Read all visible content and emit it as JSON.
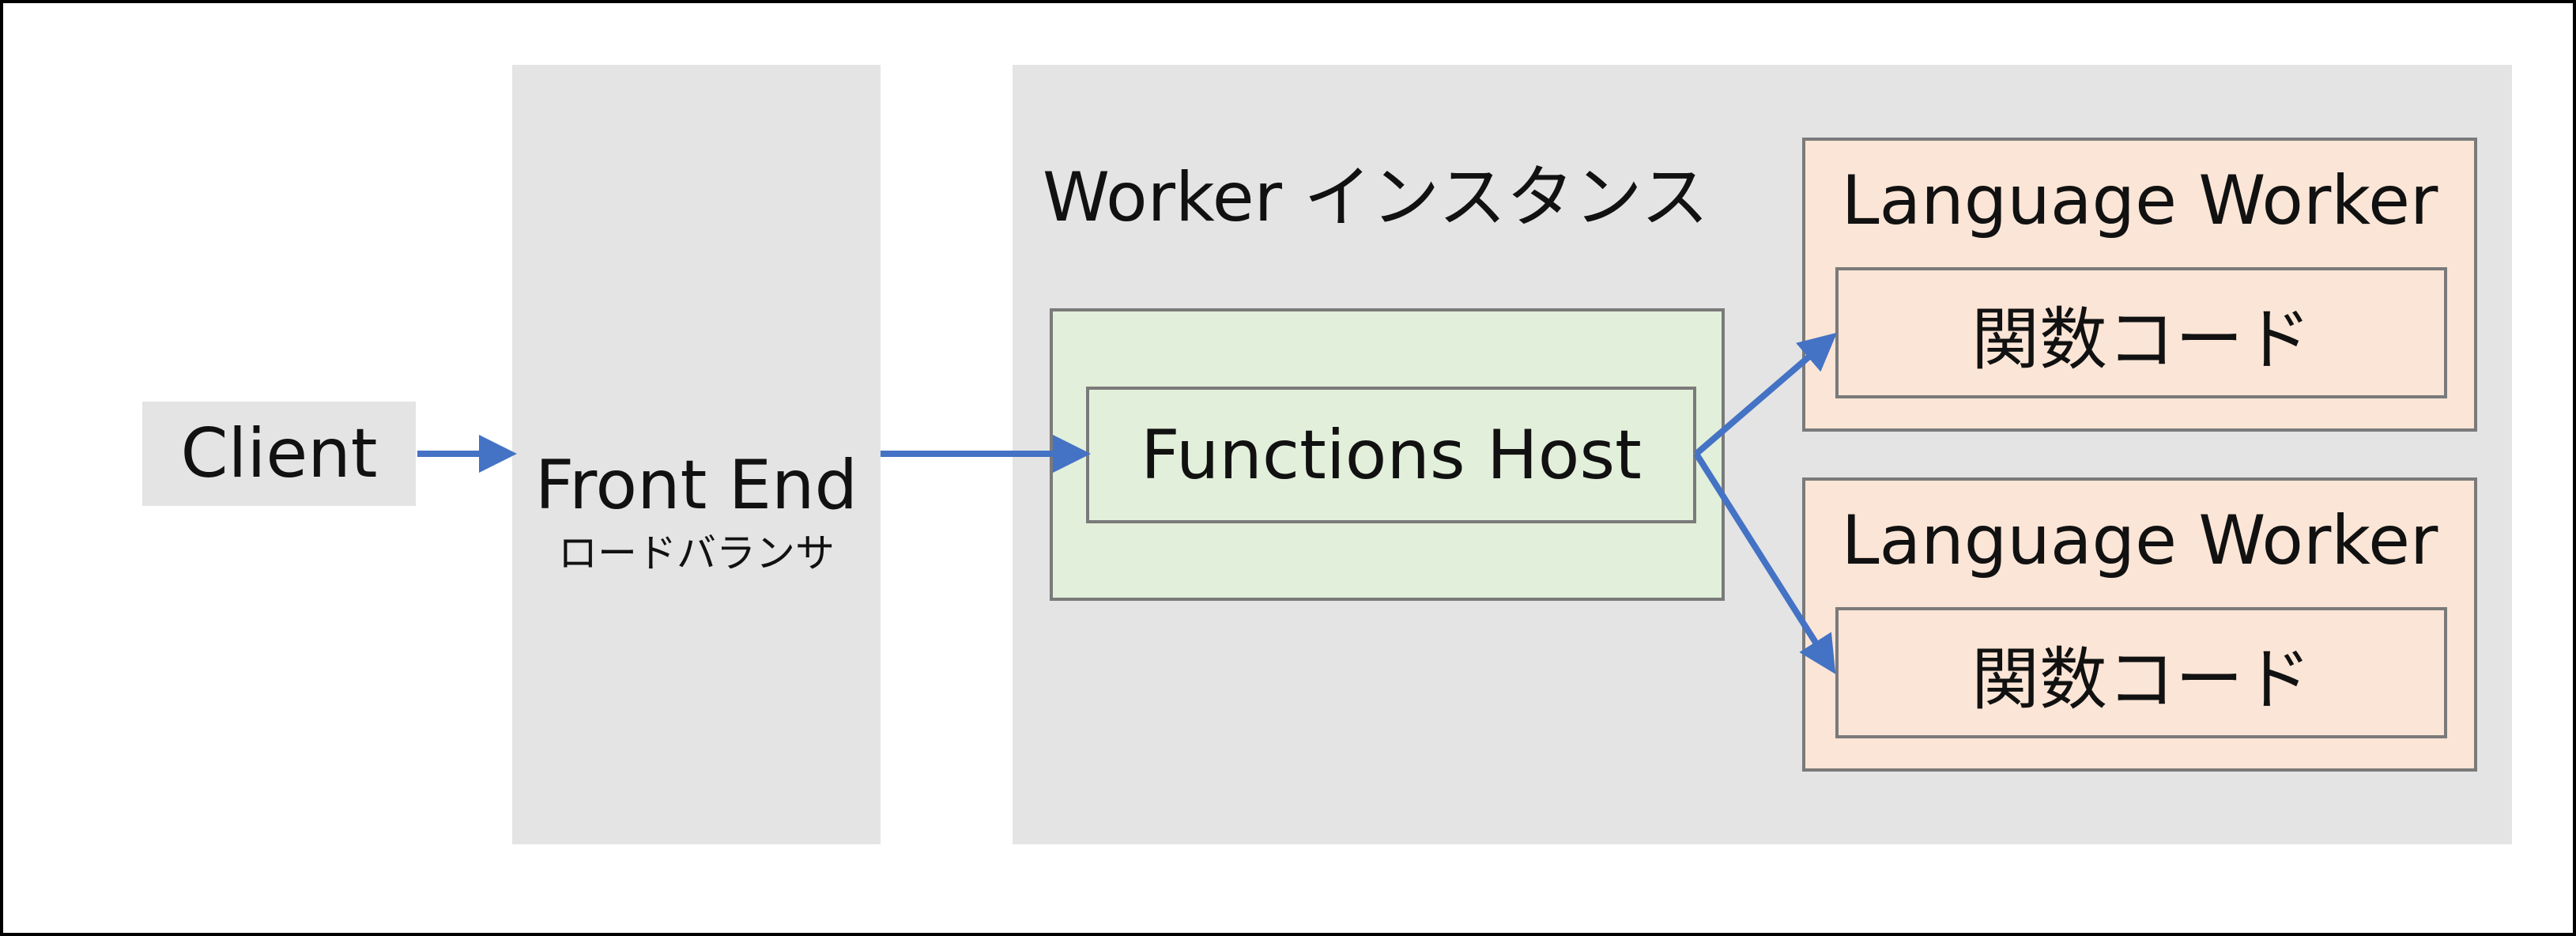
{
  "client": {
    "label": "Client"
  },
  "front_end": {
    "title": "Front End",
    "subtitle": "ロードバランサ"
  },
  "worker_instance": {
    "title": "Worker インスタンス",
    "functions_host": {
      "label": "Functions Host"
    },
    "language_workers": [
      {
        "title": "Language Worker",
        "code_label": "関数コード"
      },
      {
        "title": "Language Worker",
        "code_label": "関数コード"
      }
    ]
  },
  "colors": {
    "arrow": "#4472c4",
    "container_fill": "#e4e4e4",
    "host_fill": "#e2efda",
    "worker_fill": "#fbe5d6",
    "border": "#7a7a7a"
  }
}
